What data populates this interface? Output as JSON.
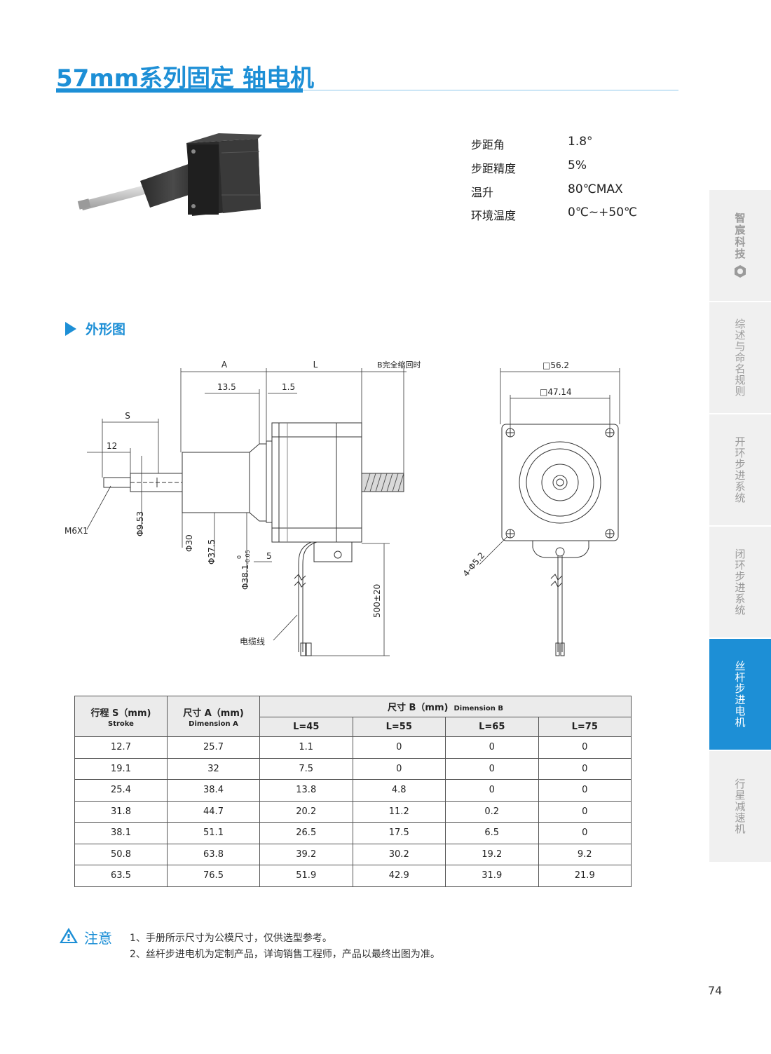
{
  "title": "57mm系列固定 轴电机",
  "specs": [
    {
      "label": "步距角",
      "value": "1.8°"
    },
    {
      "label": "步距精度",
      "value": "5%"
    },
    {
      "label": "温升",
      "value": "80℃MAX"
    },
    {
      "label": "环境温度",
      "value": "0℃~+50℃"
    }
  ],
  "section_title": "外形图",
  "drawing": {
    "labels": {
      "a": "A",
      "l": "L",
      "b": "B完全缩回时",
      "d13_5": "13.5",
      "d1_5": "1.5",
      "s": "S",
      "d12": "12",
      "m6": "M6X1",
      "phi953": "Φ9.53",
      "phi30": "Φ30",
      "phi375": "Φ37.5",
      "phi381": "Φ38.1",
      "tol_upper": "0",
      "tol_lower": "-0.05",
      "d5": "5",
      "d500": "500±20",
      "cable": "电缆线",
      "sq562": "□56.2",
      "sq4714": "□47.14",
      "holes": "4-Φ5.2"
    }
  },
  "nav": {
    "brand": "智宸科技",
    "items": [
      "综述与命名规则",
      "开环步进系统",
      "闭环步进系统",
      "丝杆步进电机",
      "行星减速机"
    ],
    "active_index": 3
  },
  "table": {
    "h_stroke": "行程 S（mm)",
    "h_stroke_en": "Stroke",
    "h_dim_a": "尺寸 A（mm)",
    "h_dim_a_en": "Dimension A",
    "h_dim_b": "尺寸 B（mm)",
    "h_dim_b_en": "Dimension B",
    "sub_cols": [
      "L=45",
      "L=55",
      "L=65",
      "L=75"
    ],
    "rows": [
      [
        "12.7",
        "25.7",
        "1.1",
        "0",
        "0",
        "0"
      ],
      [
        "19.1",
        "32",
        "7.5",
        "0",
        "0",
        "0"
      ],
      [
        "25.4",
        "38.4",
        "13.8",
        "4.8",
        "0",
        "0"
      ],
      [
        "31.8",
        "44.7",
        "20.2",
        "11.2",
        "0.2",
        "0"
      ],
      [
        "38.1",
        "51.1",
        "26.5",
        "17.5",
        "6.5",
        "0"
      ],
      [
        "50.8",
        "63.8",
        "39.2",
        "30.2",
        "19.2",
        "9.2"
      ],
      [
        "63.5",
        "76.5",
        "51.9",
        "42.9",
        "31.9",
        "21.9"
      ]
    ]
  },
  "notes": {
    "title": "注意",
    "lines": [
      "1、手册所示尺寸为公模尺寸，仅供选型参考。",
      "2、丝杆步进电机为定制产品，详询销售工程师，产品以最终出图为准。"
    ]
  },
  "page_number": "74"
}
